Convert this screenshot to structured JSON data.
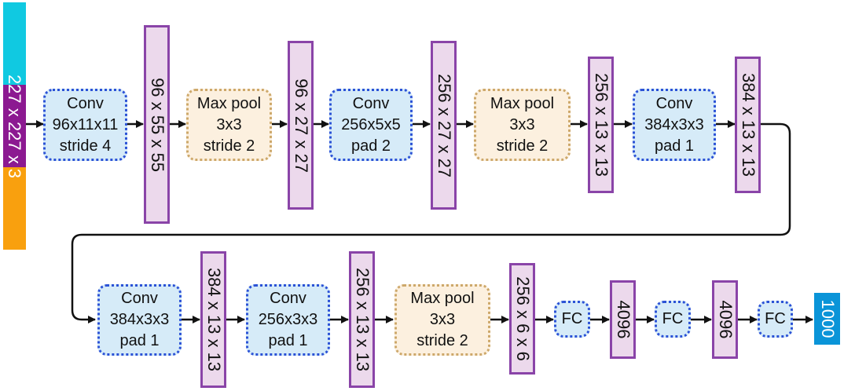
{
  "input": {
    "label": "227 x 227 x 3",
    "colors": [
      "#10c9e1",
      "#8c1991",
      "#f9a00e"
    ]
  },
  "row1": {
    "op1": {
      "l1": "Conv",
      "l2": "96x11x11",
      "l3": "stride 4"
    },
    "t1": "96 x 55 x 55",
    "op2": {
      "l1": "Max pool",
      "l2": "3x3",
      "l3": "stride 2"
    },
    "t2": "96 x 27 x 27",
    "op3": {
      "l1": "Conv",
      "l2": "256x5x5",
      "l3": "pad 2"
    },
    "t3": "256 x 27 x 27",
    "op4": {
      "l1": "Max pool",
      "l2": "3x3",
      "l3": "stride 2"
    },
    "t4": "256 x 13 x 13",
    "op5": {
      "l1": "Conv",
      "l2": "384x3x3",
      "l3": "pad 1"
    },
    "t5": "384 x 13 x 13"
  },
  "row2": {
    "op6": {
      "l1": "Conv",
      "l2": "384x3x3",
      "l3": "pad 1"
    },
    "t6": "384 x 13 x 13",
    "op7": {
      "l1": "Conv",
      "l2": "256x3x3",
      "l3": "pad 1"
    },
    "t7": "256 x 13 x 13",
    "op8": {
      "l1": "Max pool",
      "l2": "3x3",
      "l3": "stride 2"
    },
    "t8": "256 x 6 x 6",
    "fc1": "FC",
    "t9": "4096",
    "fc2": "FC",
    "t10": "4096",
    "fc3": "FC"
  },
  "output": "1000",
  "colors": {
    "conv_fill": "#d6ebf8",
    "conv_border": "#2b52d6",
    "pool_fill": "#fcf0df",
    "pool_border": "#cda86a",
    "tensor_fill": "#ecd9ec",
    "tensor_border": "#8a44a8",
    "output_fill": "#0a94d8",
    "arrow": "#111111"
  }
}
